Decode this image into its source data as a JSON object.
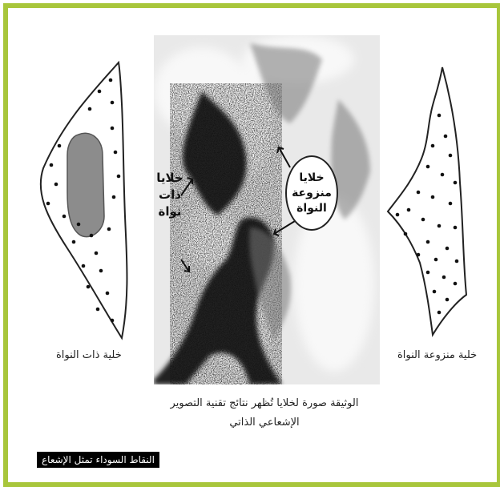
{
  "left_cell": {
    "label": "خلية ذات النواة"
  },
  "right_cell": {
    "label": "خلية منزوعة النواة"
  },
  "photo": {
    "label_nucleated": "خلايا\nذات\nنواة",
    "label_enucleated": "خلايا\nمنزوعة\nالنواة"
  },
  "caption": {
    "line1": "الوثيقة صورة لخلايا تُظهر نتائج تقنية التصوير",
    "line2": "الإشعاعي الذاتي"
  },
  "note": {
    "text": "النقاط السوداء تمثل الإشعاع"
  },
  "colors": {
    "frame": "#a8c63b",
    "nucleus": "#8c8c8c",
    "dots": "#111111"
  }
}
